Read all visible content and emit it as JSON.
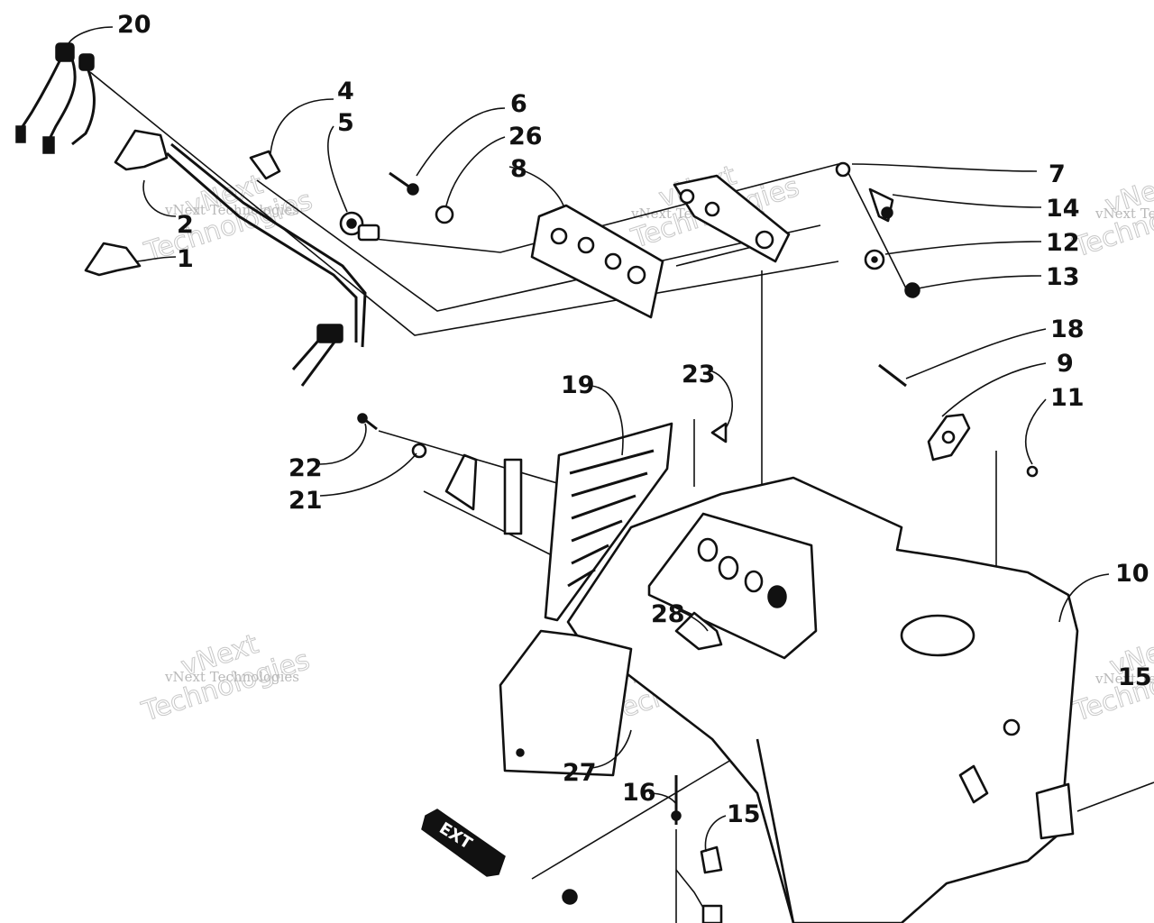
{
  "callouts": {
    "n1": "1",
    "n2": "2",
    "n4": "4",
    "n5": "5",
    "n6": "6",
    "n7": "7",
    "n8": "8",
    "n9": "9",
    "n10": "10",
    "n11": "11",
    "n12": "12",
    "n13": "13",
    "n14": "14",
    "n15": "15",
    "n16": "16",
    "n18": "18",
    "n19": "19",
    "n20": "20",
    "n21": "21",
    "n22": "22",
    "n23": "23",
    "n26": "26",
    "n27": "27",
    "n28": "28",
    "n15b": "15"
  },
  "watermark": {
    "line1": "vNext Technologies",
    "line2": "vNext",
    "line3": "Technologies"
  },
  "emblem_text": "EXT"
}
